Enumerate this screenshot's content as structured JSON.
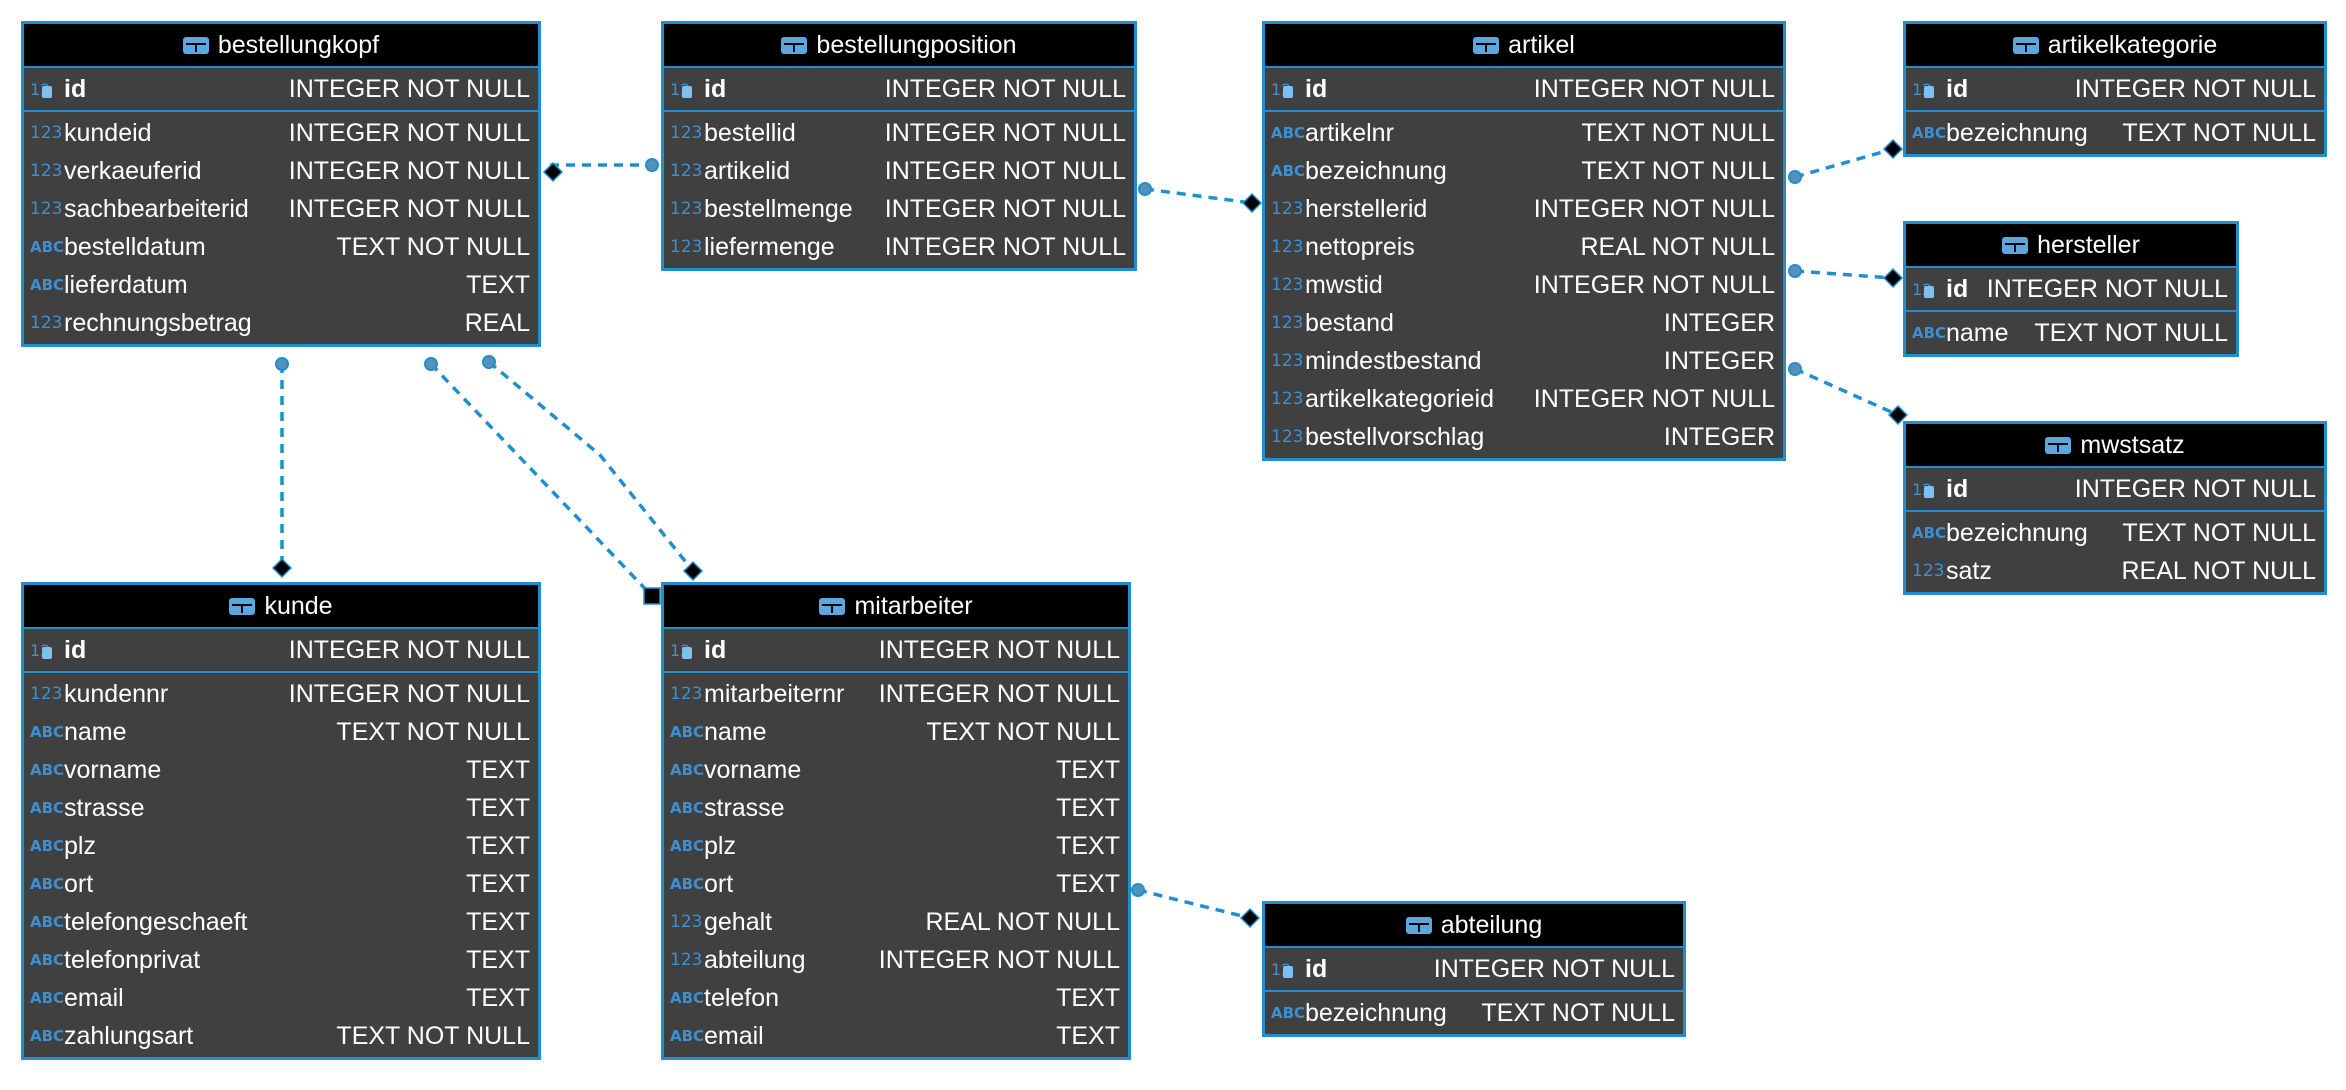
{
  "colors": {
    "table_border": "#1f8fd0",
    "table_body": "#404040",
    "table_header": "#000000",
    "connector": "#1f8fd0",
    "text": "#ffffff",
    "type_icon": "#3d8fd4"
  },
  "tables": {
    "bestellungkopf": {
      "title": "bestellungkopf",
      "pk": {
        "name": "id",
        "type": "INTEGER NOT NULL",
        "icon": "123"
      },
      "fields": [
        {
          "name": "kundeid",
          "type": "INTEGER NOT NULL",
          "icon": "123"
        },
        {
          "name": "verkaeuferid",
          "type": "INTEGER NOT NULL",
          "icon": "123"
        },
        {
          "name": "sachbearbeiterid",
          "type": "INTEGER NOT NULL",
          "icon": "123"
        },
        {
          "name": "bestelldatum",
          "type": "TEXT NOT NULL",
          "icon": "ABC"
        },
        {
          "name": "lieferdatum",
          "type": "TEXT",
          "icon": "ABC"
        },
        {
          "name": "rechnungsbetrag",
          "type": "REAL",
          "icon": "123"
        }
      ]
    },
    "bestellungposition": {
      "title": "bestellungposition",
      "pk": {
        "name": "id",
        "type": "INTEGER NOT NULL",
        "icon": "123"
      },
      "fields": [
        {
          "name": "bestellid",
          "type": "INTEGER NOT NULL",
          "icon": "123"
        },
        {
          "name": "artikelid",
          "type": "INTEGER NOT NULL",
          "icon": "123"
        },
        {
          "name": "bestellmenge",
          "type": "INTEGER NOT NULL",
          "icon": "123"
        },
        {
          "name": "liefermenge",
          "type": "INTEGER NOT NULL",
          "icon": "123"
        }
      ]
    },
    "artikel": {
      "title": "artikel",
      "pk": {
        "name": "id",
        "type": "INTEGER NOT NULL",
        "icon": "123"
      },
      "fields": [
        {
          "name": "artikelnr",
          "type": "TEXT NOT NULL",
          "icon": "ABC"
        },
        {
          "name": "bezeichnung",
          "type": "TEXT NOT NULL",
          "icon": "ABC"
        },
        {
          "name": "herstellerid",
          "type": "INTEGER NOT NULL",
          "icon": "123"
        },
        {
          "name": "nettopreis",
          "type": "REAL NOT NULL",
          "icon": "123"
        },
        {
          "name": "mwstid",
          "type": "INTEGER NOT NULL",
          "icon": "123"
        },
        {
          "name": "bestand",
          "type": "INTEGER",
          "icon": "123"
        },
        {
          "name": "mindestbestand",
          "type": "INTEGER",
          "icon": "123"
        },
        {
          "name": "artikelkategorieid",
          "type": "INTEGER NOT NULL",
          "icon": "123"
        },
        {
          "name": "bestellvorschlag",
          "type": "INTEGER",
          "icon": "123"
        }
      ]
    },
    "artikelkategorie": {
      "title": "artikelkategorie",
      "pk": {
        "name": "id",
        "type": "INTEGER NOT NULL",
        "icon": "123"
      },
      "fields": [
        {
          "name": "bezeichnung",
          "type": "TEXT NOT NULL",
          "icon": "ABC"
        }
      ]
    },
    "hersteller": {
      "title": "hersteller",
      "pk": {
        "name": "id",
        "type": "INTEGER NOT NULL",
        "icon": "123"
      },
      "fields": [
        {
          "name": "name",
          "type": "TEXT NOT NULL",
          "icon": "ABC"
        }
      ]
    },
    "mwstsatz": {
      "title": "mwstsatz",
      "pk": {
        "name": "id",
        "type": "INTEGER NOT NULL",
        "icon": "123"
      },
      "fields": [
        {
          "name": "bezeichnung",
          "type": "TEXT NOT NULL",
          "icon": "ABC"
        },
        {
          "name": "satz",
          "type": "REAL NOT NULL",
          "icon": "123"
        }
      ]
    },
    "kunde": {
      "title": "kunde",
      "pk": {
        "name": "id",
        "type": "INTEGER NOT NULL",
        "icon": "123"
      },
      "fields": [
        {
          "name": "kundennr",
          "type": "INTEGER NOT NULL",
          "icon": "123"
        },
        {
          "name": "name",
          "type": "TEXT NOT NULL",
          "icon": "ABC"
        },
        {
          "name": "vorname",
          "type": "TEXT",
          "icon": "ABC"
        },
        {
          "name": "strasse",
          "type": "TEXT",
          "icon": "ABC"
        },
        {
          "name": "plz",
          "type": "TEXT",
          "icon": "ABC"
        },
        {
          "name": "ort",
          "type": "TEXT",
          "icon": "ABC"
        },
        {
          "name": "telefongeschaeft",
          "type": "TEXT",
          "icon": "ABC"
        },
        {
          "name": "telefonprivat",
          "type": "TEXT",
          "icon": "ABC"
        },
        {
          "name": "email",
          "type": "TEXT",
          "icon": "ABC"
        },
        {
          "name": "zahlungsart",
          "type": "TEXT NOT NULL",
          "icon": "ABC"
        }
      ]
    },
    "mitarbeiter": {
      "title": "mitarbeiter",
      "pk": {
        "name": "id",
        "type": "INTEGER NOT NULL",
        "icon": "123"
      },
      "fields": [
        {
          "name": "mitarbeiternr",
          "type": "INTEGER NOT NULL",
          "icon": "123"
        },
        {
          "name": "name",
          "type": "TEXT NOT NULL",
          "icon": "ABC"
        },
        {
          "name": "vorname",
          "type": "TEXT",
          "icon": "ABC"
        },
        {
          "name": "strasse",
          "type": "TEXT",
          "icon": "ABC"
        },
        {
          "name": "plz",
          "type": "TEXT",
          "icon": "ABC"
        },
        {
          "name": "ort",
          "type": "TEXT",
          "icon": "ABC"
        },
        {
          "name": "gehalt",
          "type": "REAL NOT NULL",
          "icon": "123"
        },
        {
          "name": "abteilung",
          "type": "INTEGER NOT NULL",
          "icon": "123"
        },
        {
          "name": "telefon",
          "type": "TEXT",
          "icon": "ABC"
        },
        {
          "name": "email",
          "type": "TEXT",
          "icon": "ABC"
        }
      ]
    },
    "abteilung": {
      "title": "abteilung",
      "pk": {
        "name": "id",
        "type": "INTEGER NOT NULL",
        "icon": "123"
      },
      "fields": [
        {
          "name": "bezeichnung",
          "type": "TEXT NOT NULL",
          "icon": "ABC"
        }
      ]
    }
  },
  "relations": [
    {
      "from": "bestellungposition",
      "to": "bestellungkopf"
    },
    {
      "from": "bestellungposition",
      "to": "artikel"
    },
    {
      "from": "artikel",
      "to": "artikelkategorie"
    },
    {
      "from": "artikel",
      "to": "hersteller"
    },
    {
      "from": "artikel",
      "to": "mwstsatz"
    },
    {
      "from": "bestellungkopf",
      "to": "kunde"
    },
    {
      "from": "bestellungkopf",
      "to": "mitarbeiter"
    },
    {
      "from": "bestellungkopf",
      "to": "mitarbeiter"
    },
    {
      "from": "mitarbeiter",
      "to": "abteilung"
    }
  ]
}
